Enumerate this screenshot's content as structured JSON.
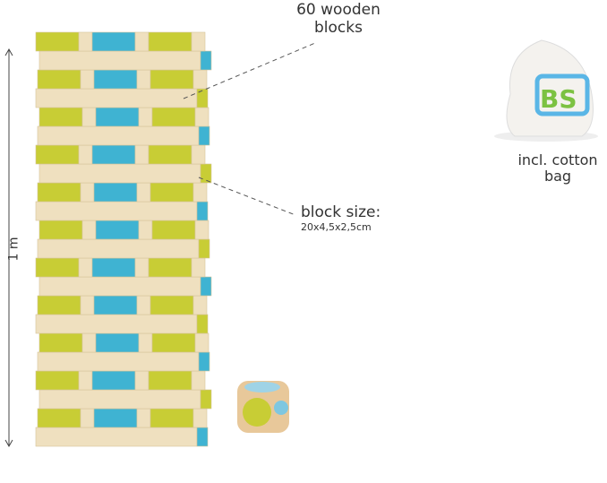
{
  "labels": {
    "blocks_count": "60 wooden blocks",
    "block_size_title": "block size:",
    "block_size_value": "20x4,5x2,5cm",
    "bag": "incl. cotton bag",
    "height": "1 m"
  },
  "bag_logo": "BS",
  "colors": {
    "wood": "#efe0bf",
    "blue": "#3fb3d2",
    "yellow": "#c8cd35"
  }
}
